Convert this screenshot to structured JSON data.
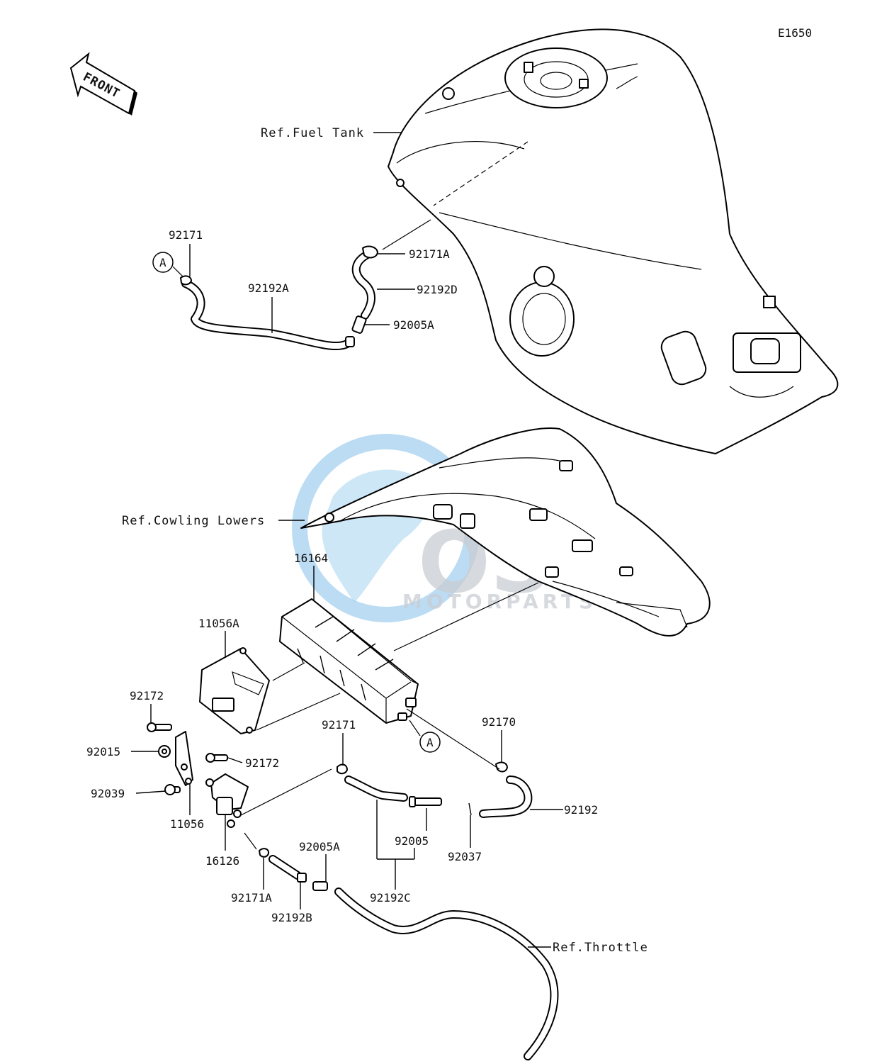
{
  "diagram_code": "E1650",
  "front_label": "FRONT",
  "watermark": {
    "brand": "OSM",
    "subtitle": "MOTORPARTS"
  },
  "ref_labels": {
    "fuel_tank": "Ref.Fuel Tank",
    "cowling_lowers": "Ref.Cowling Lowers",
    "throttle": "Ref.Throttle"
  },
  "connector_letter": "A",
  "parts": {
    "p92171_top": "92171",
    "p92192A": "92192A",
    "p92171A_top": "92171A",
    "p92192D": "92192D",
    "p92005A_top": "92005A",
    "p16164": "16164",
    "p11056A": "11056A",
    "p92172_a": "92172",
    "p92015": "92015",
    "p92172_b": "92172",
    "p92039": "92039",
    "p11056": "11056",
    "p16126": "16126",
    "p92171_mid": "92171",
    "p92170": "92170",
    "p92192": "92192",
    "p92005": "92005",
    "p92037": "92037",
    "p92005A_bot": "92005A",
    "p92192C": "92192C",
    "p92171A_bot": "92171A",
    "p92192B": "92192B"
  }
}
